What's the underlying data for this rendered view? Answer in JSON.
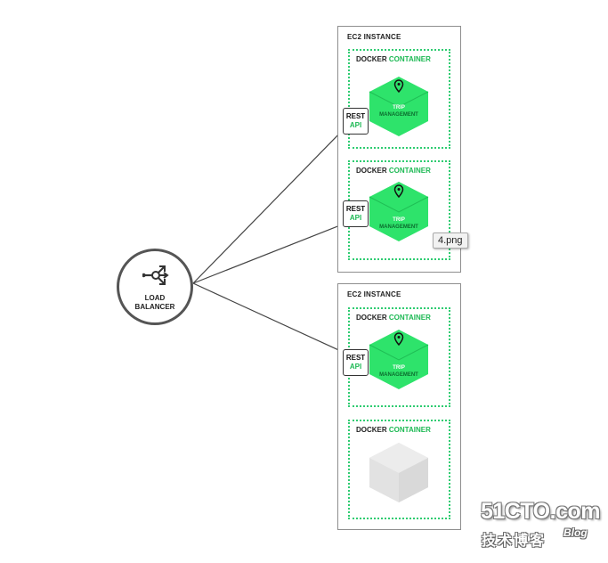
{
  "load_balancer": {
    "line1": "LOAD",
    "line2": "BALANCER",
    "icon": "split-arrows-icon"
  },
  "ec2_instances": [
    {
      "title": "EC2 INSTANCE"
    },
    {
      "title": "EC2 INSTANCE"
    }
  ],
  "containers": [
    {
      "label": "DOCKER",
      "accent": "CONTAINER",
      "service_line1": "TRIP",
      "service_line2": "MANAGEMENT",
      "api_line1": "REST",
      "api_line2": "API",
      "active": true
    },
    {
      "label": "DOCKER",
      "accent": "CONTAINER",
      "service_line1": "TRIP",
      "service_line2": "MANAGEMENT",
      "api_line1": "REST",
      "api_line2": "API",
      "active": true
    },
    {
      "label": "DOCKER",
      "accent": "CONTAINER",
      "service_line1": "TRIP",
      "service_line2": "MANAGEMENT",
      "api_line1": "REST",
      "api_line2": "API",
      "active": true
    },
    {
      "label": "DOCKER",
      "accent": "CONTAINER",
      "active": false
    }
  ],
  "tooltip": "4.png",
  "watermark": {
    "main": "51CTO.com",
    "sub": "技术博客",
    "blog": "Blog"
  },
  "colors": {
    "green": "#1db954",
    "hex_green": "#2ee36b",
    "inactive": "#e2e2e2",
    "border": "#8e8e8e"
  }
}
